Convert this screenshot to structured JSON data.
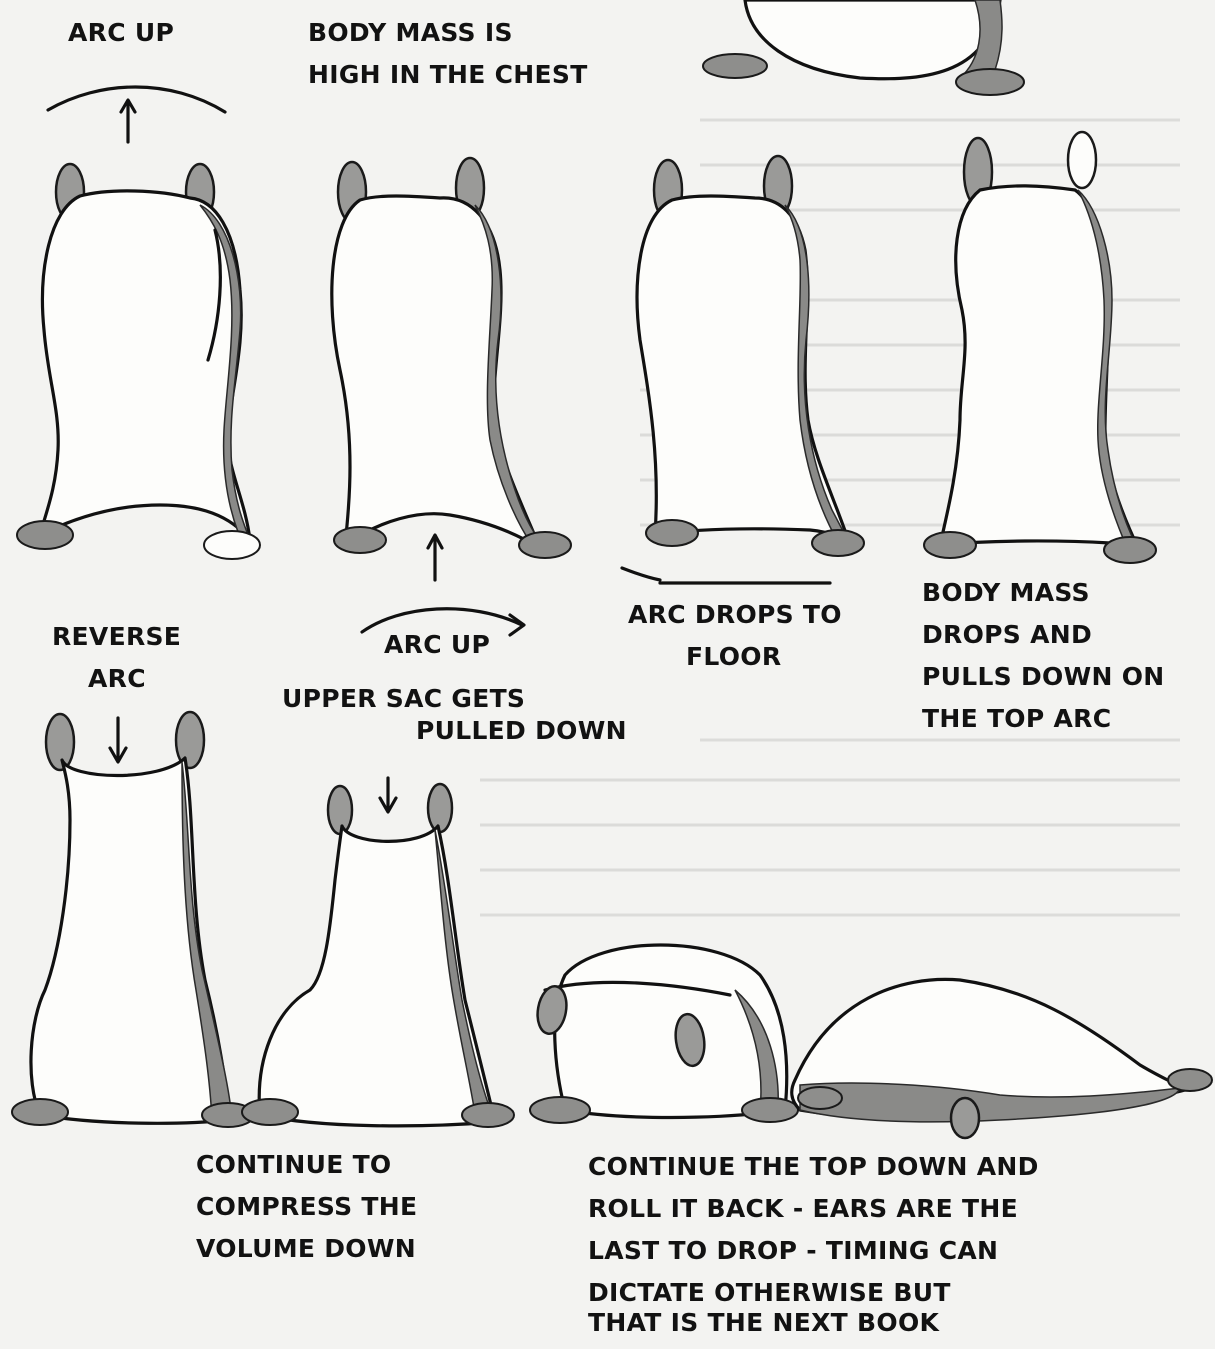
{
  "labels": {
    "arc_up_top": "ARC UP",
    "body_mass_high": [
      "BODY MASS IS",
      "HIGH IN THE CHEST"
    ],
    "reverse_arc": [
      "REVERSE",
      "ARC"
    ],
    "arc_up_mid": "ARC UP",
    "upper_sac": [
      "UPPER SAC GETS",
      "PULLED DOWN"
    ],
    "arc_drops": [
      "ARC DROPS TO",
      "FLOOR"
    ],
    "body_mass_drops": [
      "BODY MASS",
      "DROPS AND",
      "PULLS DOWN ON",
      "THE TOP ARC"
    ],
    "continue_compress": [
      "CONTINUE TO",
      "COMPRESS THE",
      "VOLUME DOWN"
    ],
    "continue_roll": [
      "CONTINUE THE TOP DOWN AND",
      "ROLL IT BACK - EARS ARE THE",
      "LAST TO DROP - TIMING CAN",
      "DICTATE OTHERWISE BUT",
      "THAT IS THE NEXT BOOK"
    ]
  },
  "colors": {
    "paper": "#f3f3f1",
    "ink": "#111111",
    "shade": "#8a8a88"
  }
}
